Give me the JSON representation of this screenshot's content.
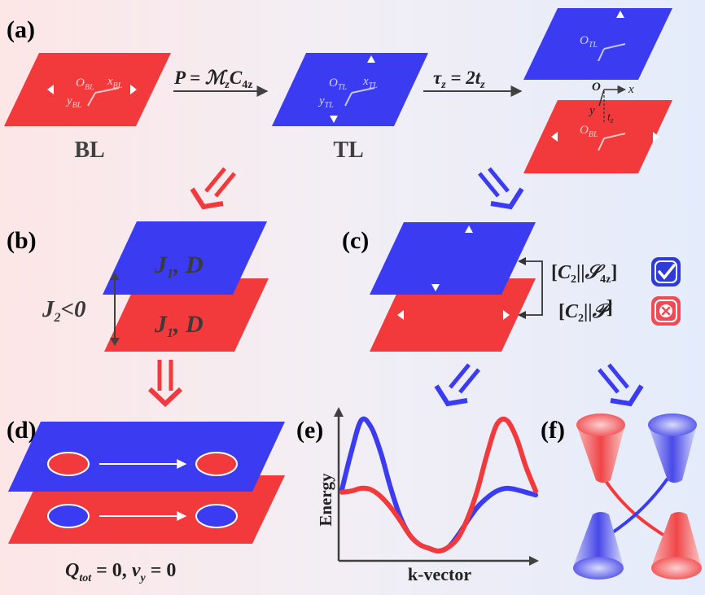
{
  "panels": {
    "a": "(a)",
    "b": "(b)",
    "c": "(c)",
    "d": "(d)",
    "e": "(e)",
    "f": "(f)"
  },
  "panel_a": {
    "bl_label": "BL",
    "tl_label": "TL",
    "op_p": "P = ℳzC4z",
    "op_p_parts": {
      "lhs": "P = ",
      "M": "ℳ",
      "Msub": "z",
      "C": "C",
      "Csub": "4z"
    },
    "op_tau": {
      "lhs": "τ",
      "lhs_sub": "z",
      "mid": " = 2t",
      "mid_sub": "z"
    },
    "o_bl": {
      "main": "O",
      "sub": "BL"
    },
    "x_bl": {
      "main": "x",
      "sub": "BL"
    },
    "y_bl": {
      "main": "y",
      "sub": "BL"
    },
    "o_tl": {
      "main": "O",
      "sub": "TL"
    },
    "x_tl": {
      "main": "x",
      "sub": "TL"
    },
    "y_tl": {
      "main": "y",
      "sub": "TL"
    },
    "origin_o": "O",
    "origin_x": "x",
    "origin_y": "y",
    "tz": {
      "main": "t",
      "sub": "z"
    }
  },
  "panel_b": {
    "j1d_top": "J1, D",
    "j1d_top_parts": {
      "J": "J",
      "sub": "1",
      "rest": ", D"
    },
    "j1d_bot_parts": {
      "J": "J",
      "sub": "1",
      "rest": ", D"
    },
    "j2_parts": {
      "J": "J",
      "sub": "2",
      "rest": "<0"
    }
  },
  "panel_c": {
    "sym1": {
      "pre": "[",
      "C": "C",
      "Csub": "2",
      "mid": "||",
      "S": "𝒮",
      "Ssub": "4z",
      "post": "]"
    },
    "sym2": {
      "pre": "[",
      "C": "C",
      "Csub": "2",
      "mid": "||",
      "P": "𝒫",
      "post": "]"
    }
  },
  "panel_d": {
    "caption": {
      "Q": "Q",
      "Qsub": "tot",
      "mid": " = 0, ",
      "v": "v",
      "vsub": "y",
      "end": " = 0"
    }
  },
  "panel_e": {
    "ylabel": "Energy",
    "xlabel": "k-vector"
  },
  "colors": {
    "red": "#f23a3c",
    "blue": "#3b3bf2",
    "dark": "#404040",
    "check_bg": "#2f3bd8",
    "cross_bg": "#f04a55"
  },
  "chart_data": {
    "type": "line",
    "xlabel": "k-vector",
    "ylabel": "Energy",
    "grid": false,
    "x": [
      0,
      0.05,
      0.1,
      0.15,
      0.2,
      0.25,
      0.3,
      0.35,
      0.4,
      0.45,
      0.5,
      0.55,
      0.6,
      0.65,
      0.7,
      0.75,
      0.8,
      0.85,
      0.9,
      0.95,
      1.0
    ],
    "series": [
      {
        "color": "#3b3bf2",
        "values": [
          0.46,
          0.75,
          0.98,
          0.93,
          0.74,
          0.48,
          0.26,
          0.12,
          0.05,
          0.02,
          0.0,
          0.03,
          0.12,
          0.23,
          0.33,
          0.4,
          0.45,
          0.47,
          0.46,
          0.44,
          0.42
        ]
      },
      {
        "color": "#f23a3c",
        "values": [
          0.44,
          0.45,
          0.47,
          0.46,
          0.41,
          0.33,
          0.23,
          0.12,
          0.05,
          0.02,
          0.0,
          0.03,
          0.1,
          0.25,
          0.46,
          0.73,
          0.95,
          0.98,
          0.85,
          0.63,
          0.45
        ]
      }
    ]
  }
}
